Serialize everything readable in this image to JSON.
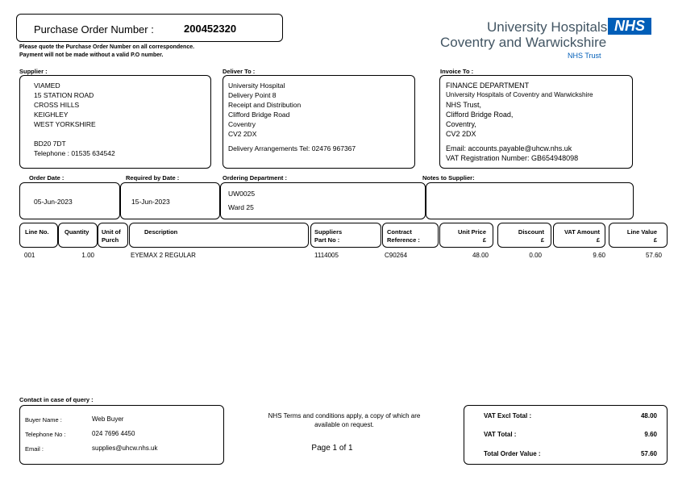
{
  "po": {
    "title": "Purchase Order Number :",
    "number": "200452320",
    "notice_1": "Please quote the Purchase Order Number on all correspondence.",
    "notice_2": "Payment will not be made without a valid P.O number."
  },
  "logo": {
    "line1": "University Hospitals",
    "line2": "Coventry and Warwickshire",
    "badge": "NHS",
    "trust": "NHS Trust",
    "badge_color": "#005EB8"
  },
  "supplier": {
    "label": "Supplier :",
    "lines": [
      "VIAMED",
      "15 STATION ROAD",
      "CROSS HILLS",
      "KEIGHLEY",
      "WEST YORKSHIRE"
    ],
    "postcode": "BD20 7DT",
    "telephone": "Telephone : 01535 634542"
  },
  "deliver": {
    "label": "Deliver To :",
    "lines": [
      "University Hospital",
      "Delivery Point 8",
      "Receipt and Distribution",
      "Clifford Bridge Road",
      "Coventry",
      "CV2 2DX"
    ],
    "arrangements": "Delivery Arrangements Tel: 02476 967367"
  },
  "invoice": {
    "label": "Invoice To :",
    "lines": [
      "FINANCE DEPARTMENT",
      "University Hospitals of Coventry and Warwickshire",
      "NHS Trust,",
      "Clifford Bridge Road,",
      "Coventry,",
      "CV2 2DX"
    ],
    "email": "Email: accounts.payable@uhcw.nhs.uk",
    "vat": "VAT Registration Number: GB654948098"
  },
  "order": {
    "date_label": "Order Date :",
    "date": "05-Jun-2023",
    "required_label": "Required by Date :",
    "required": "15-Jun-2023",
    "dept_label": "Ordering Department :",
    "dept_code": "UW0025",
    "dept_name": "Ward 25",
    "notes_label": "Notes to Supplier:"
  },
  "table": {
    "headers": {
      "line_no": "Line No.",
      "quantity": "Quantity",
      "unit_1": "Unit of",
      "unit_2": "Purch",
      "description": "Description",
      "supp_1": "Suppliers",
      "supp_2": "Part No :",
      "contract_1": "Contract",
      "contract_2": "Reference :",
      "unit_price_1": "Unit Price",
      "unit_price_2": "£",
      "discount_1": "Discount",
      "discount_2": "£",
      "vat_1": "VAT Amount",
      "vat_2": "£",
      "line_value_1": "Line Value",
      "line_value_2": "£"
    },
    "rows": [
      {
        "line_no": "001",
        "quantity": "1.00",
        "description": "EYEMAX 2 REGULAR",
        "part_no": "1114005",
        "contract": "C90264",
        "unit_price": "48.00",
        "discount": "0.00",
        "vat": "9.60",
        "line_value": "57.60"
      }
    ]
  },
  "contact": {
    "label": "Contact in case of query :",
    "buyer_label": "Buyer Name :",
    "buyer": "Web Buyer",
    "tel_label": "Telephone No :",
    "tel": "024 7696 4450",
    "email_label": "Email :",
    "email": "supplies@uhcw.nhs.uk"
  },
  "terms": {
    "line1": "NHS Terms and conditions apply, a copy of which are",
    "line2": "available on request.",
    "page": "Page 1 of 1"
  },
  "totals": {
    "excl_label": "VAT Excl Total :",
    "excl": "48.00",
    "vat_label": "VAT Total :",
    "vat": "9.60",
    "total_label": "Total Order Value :",
    "total": "57.60"
  }
}
